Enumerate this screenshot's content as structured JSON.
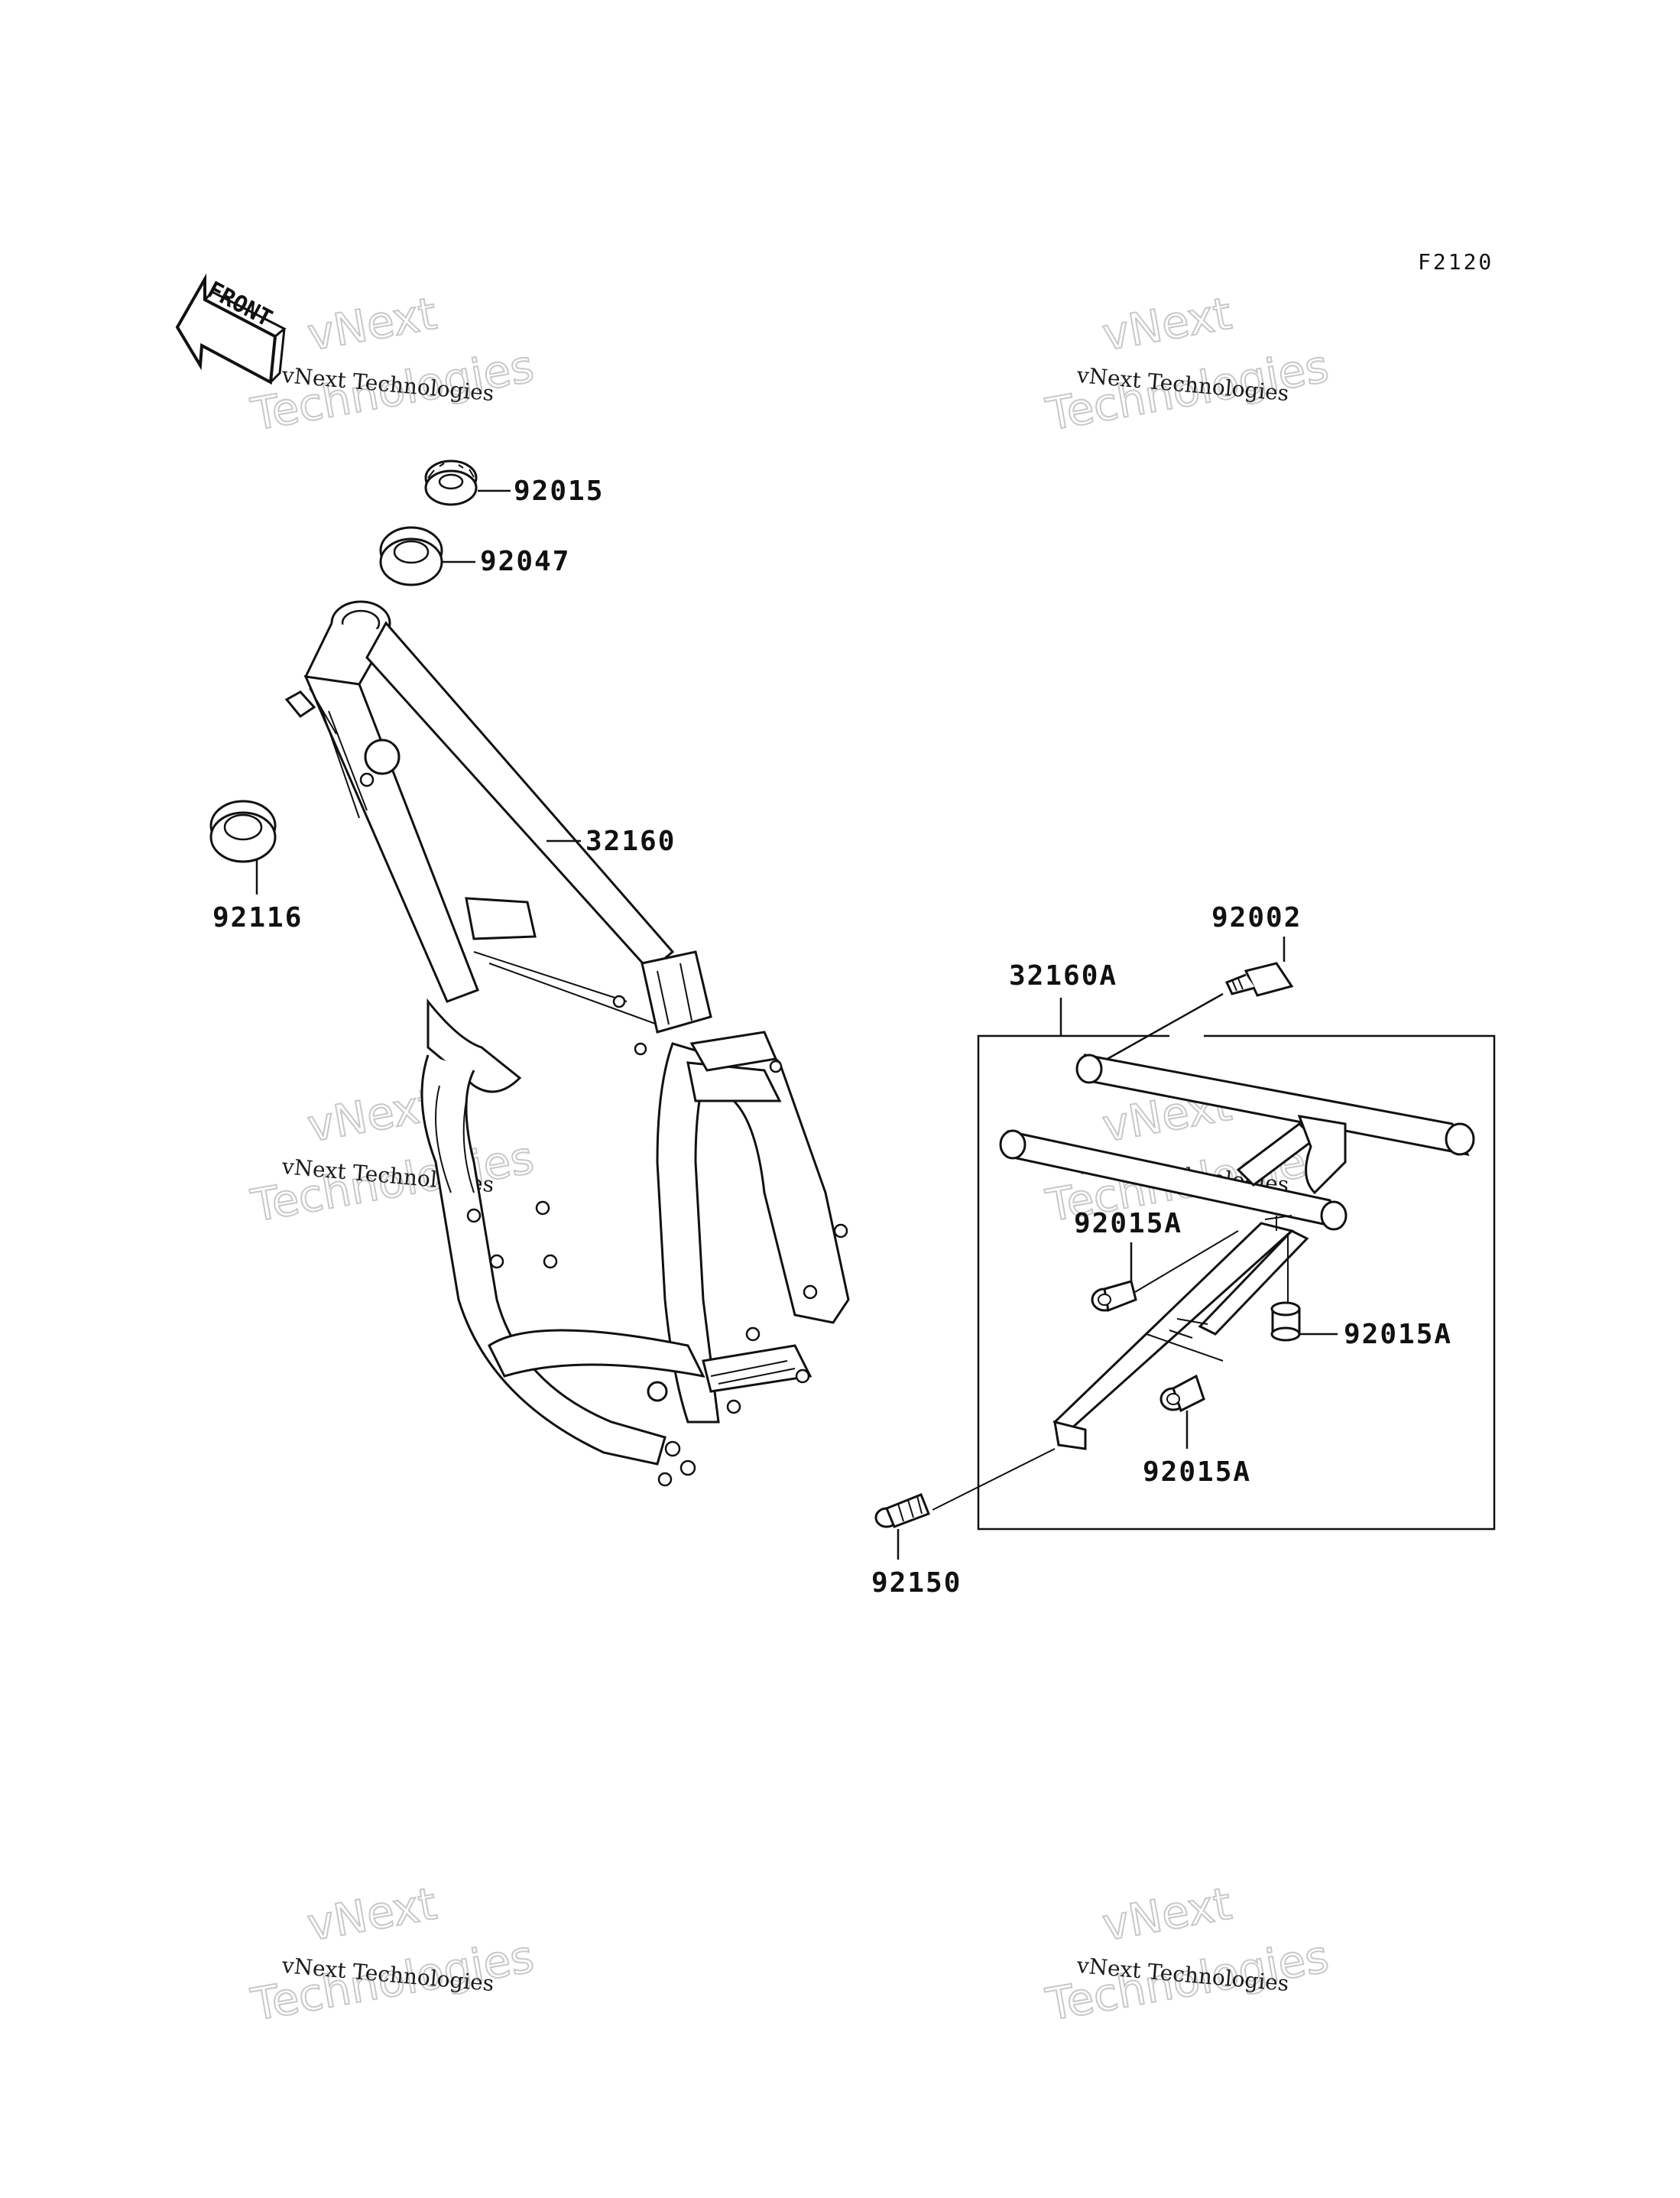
{
  "diagram_code": "F2120",
  "front_label": "FRONT",
  "parts": {
    "p92015": "92015",
    "p92047": "92047",
    "p32160": "32160",
    "p92116": "92116",
    "p92002": "92002",
    "p32160A": "32160A",
    "p92015A_1": "92015A",
    "p92015A_2": "92015A",
    "p92015A_3": "92015A",
    "p92150": "92150"
  },
  "watermarks": [
    {
      "small": "vNext Technologies",
      "big1": "vNext",
      "big2": "Technologies"
    },
    {
      "small": "vNext Technologies",
      "big1": "vNext",
      "big2": "Technologies"
    },
    {
      "small": "vNext Technologies",
      "big1": "vNext",
      "big2": "Technologies"
    },
    {
      "small": "vNext Technologies",
      "big1": "vNext",
      "big2": "Technologies"
    },
    {
      "small": "vNext Technologies",
      "big1": "vNext",
      "big2": "Technologies"
    },
    {
      "small": "vNext Technologies",
      "big1": "vNext",
      "big2": "Technologies"
    }
  ]
}
